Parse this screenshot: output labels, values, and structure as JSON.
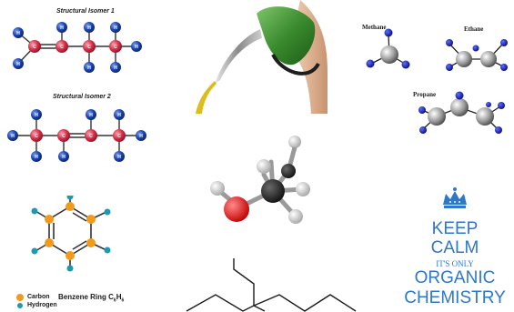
{
  "isomer1": {
    "title": "Structural Isomer 1",
    "carbon_atom": "C",
    "hydrogen_atom": "H"
  },
  "isomer2": {
    "title": "Structural Isomer 2",
    "carbon_atom": "C",
    "hydrogen_atom": "H"
  },
  "models": {
    "methane": "Methane",
    "ethane": "Ethane",
    "propane": "Propane"
  },
  "benzene": {
    "title": "Benzene Ring C",
    "title_sub": "6",
    "title_h": "H",
    "title_h_sub": "6",
    "legend_carbon": "Carbon",
    "legend_hydrogen": "Hydrogen"
  },
  "colors": {
    "atom_red": "#d8324a",
    "atom_blue": "#1c45b0",
    "benzene_carbon": "#f29a1c",
    "benzene_hydrogen": "#1d9ab0",
    "nozzle_green": "#3a8c2e",
    "fuel_yellow": "#d9b600",
    "oxygen_red": "#e01818",
    "accent_blue": "#2f77c8"
  },
  "poster": {
    "line1": "KEEP",
    "line2": "CALM",
    "line3": "IT'S ONLY",
    "line4": "ORGANIC",
    "line5": "CHEMISTRY",
    "crown": "crown-icon"
  }
}
